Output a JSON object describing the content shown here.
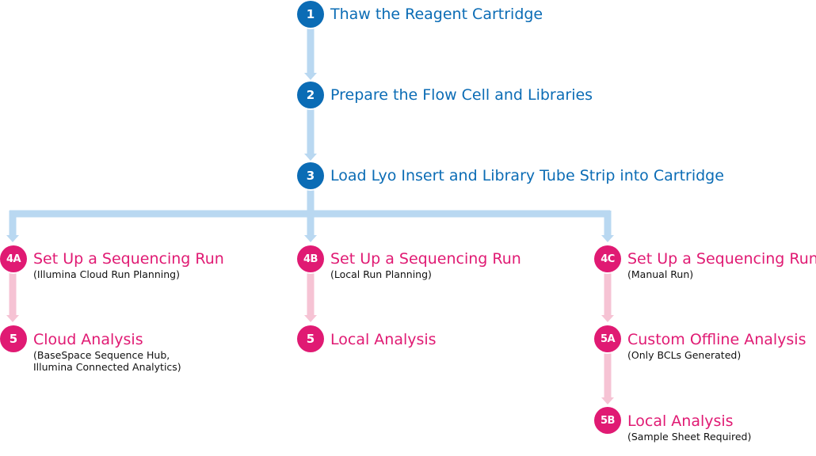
{
  "colors": {
    "blue": "#0b6cb5",
    "pink": "#e01a73",
    "blue_connector": "#b9d8f1",
    "pink_connector": "#f6c3d4"
  },
  "steps": {
    "step1": {
      "badge": "1",
      "title": "Thaw the Reagent Cartridge"
    },
    "step2": {
      "badge": "2",
      "title": "Prepare the Flow Cell and Libraries"
    },
    "step3": {
      "badge": "3",
      "title": "Load Lyo Insert and Library Tube Strip into Cartridge"
    },
    "step4a": {
      "badge": "4A",
      "title": "Set Up a Sequencing Run",
      "subtitle": "(Illumina Cloud Run Planning)"
    },
    "step4b": {
      "badge": "4B",
      "title": "Set Up a Sequencing Run",
      "subtitle": "(Local Run Planning)"
    },
    "step4c": {
      "badge": "4C",
      "title": "Set Up a Sequencing Run",
      "subtitle": "(Manual Run)"
    },
    "step5_cloud": {
      "badge": "5",
      "title": "Cloud Analysis",
      "subtitle_line1": "(BaseSpace Sequence Hub,",
      "subtitle_line2": "Illumina Connected Analytics)"
    },
    "step5_local": {
      "badge": "5",
      "title": "Local Analysis"
    },
    "step5a": {
      "badge": "5A",
      "title": "Custom Offline Analysis",
      "subtitle": "(Only BCLs Generated)"
    },
    "step5b": {
      "badge": "5B",
      "title": "Local Analysis",
      "subtitle": "(Sample Sheet Required)"
    }
  }
}
